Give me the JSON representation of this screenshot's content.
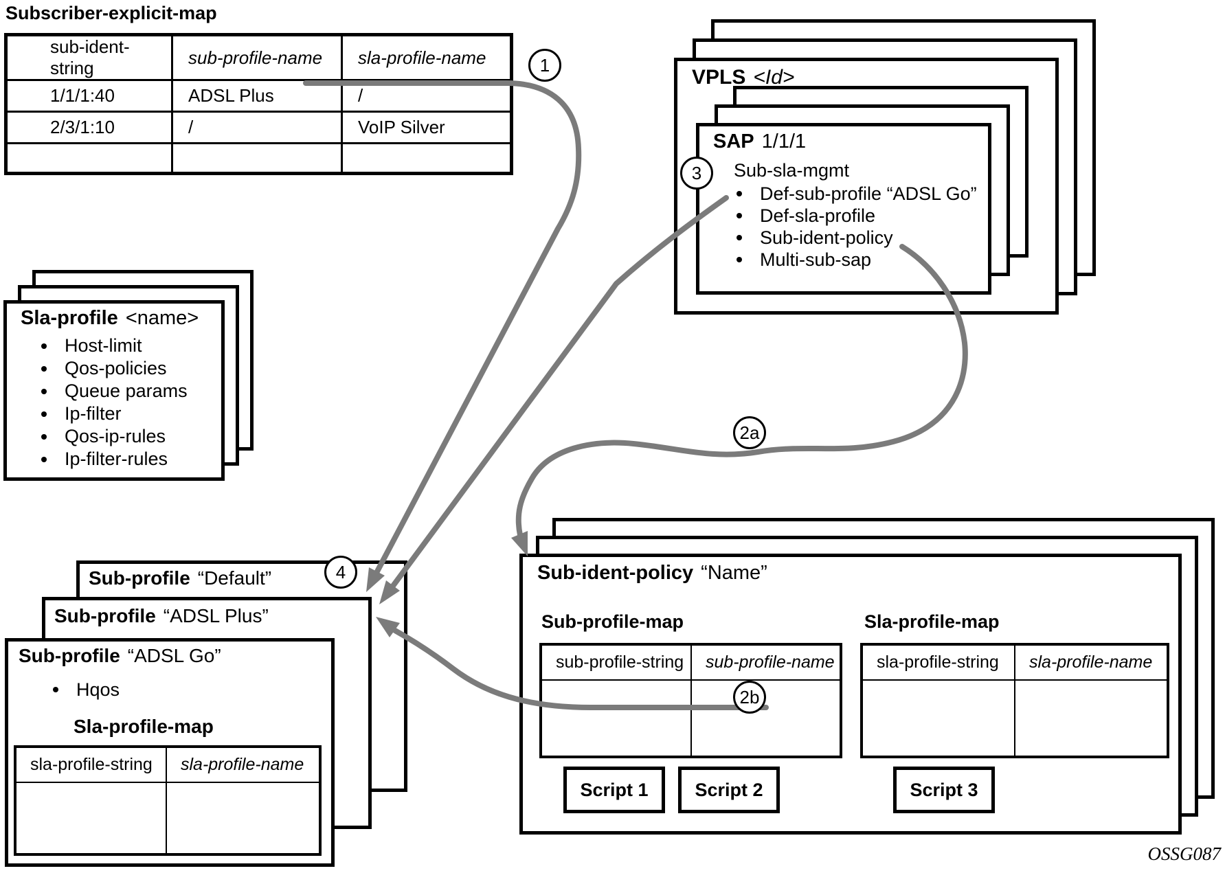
{
  "diagram_label": "OSSG087",
  "colors": {
    "arrow": "#7b7b7b",
    "line": "#000000",
    "background": "#ffffff"
  },
  "explicit_map": {
    "title": "Subscriber-explicit-map",
    "headers": [
      "sub-ident-string",
      "sub-profile-name",
      "sla-profile-name"
    ],
    "rows": [
      [
        "1/1/1:40",
        "ADSL Plus",
        "/"
      ],
      [
        "2/3/1:10",
        "/",
        "VoIP Silver"
      ],
      [
        "",
        "",
        ""
      ]
    ]
  },
  "vpls": {
    "title_bold": "VPLS",
    "title_rest": "<Id>",
    "sap": {
      "title_bold": "SAP",
      "title_rest": "1/1/1",
      "subtitle": "Sub-sla-mgmt",
      "bullets": [
        "Def-sub-profile “ADSL Go”",
        "Def-sla-profile",
        "Sub-ident-policy",
        "Multi-sub-sap"
      ]
    }
  },
  "sla_profile": {
    "title_bold": "Sla-profile",
    "title_rest": "<name>",
    "bullets": [
      "Host-limit",
      "Qos-policies",
      "Queue params",
      "Ip-filter",
      "Qos-ip-rules",
      "Ip-filter-rules"
    ]
  },
  "sub_profile_stack": {
    "back": {
      "title_bold": "Sub-profile",
      "title_rest": "“Default”"
    },
    "mid": {
      "title_bold": "Sub-profile",
      "title_rest": "“ADSL Plus”"
    },
    "front": {
      "title_bold": "Sub-profile",
      "title_rest": "“ADSL Go”"
    },
    "bullets": [
      "Hqos"
    ],
    "map_heading": "Sla-profile-map",
    "map_headers": [
      "sla-profile-string",
      "sla-profile-name"
    ]
  },
  "sub_ident_policy": {
    "title_bold": "Sub-ident-policy",
    "title_rest": "“Name”",
    "sub_map": {
      "heading": "Sub-profile-map",
      "headers": [
        "sub-profile-string",
        "sub-profile-name"
      ]
    },
    "sla_map": {
      "heading": "Sla-profile-map",
      "headers": [
        "sla-profile-string",
        "sla-profile-name"
      ]
    },
    "scripts": [
      "Script 1",
      "Script 2",
      "Script 3"
    ]
  },
  "badges": {
    "b1": "1",
    "b2a": "2a",
    "b2b": "2b",
    "b3": "3",
    "b4": "4"
  }
}
